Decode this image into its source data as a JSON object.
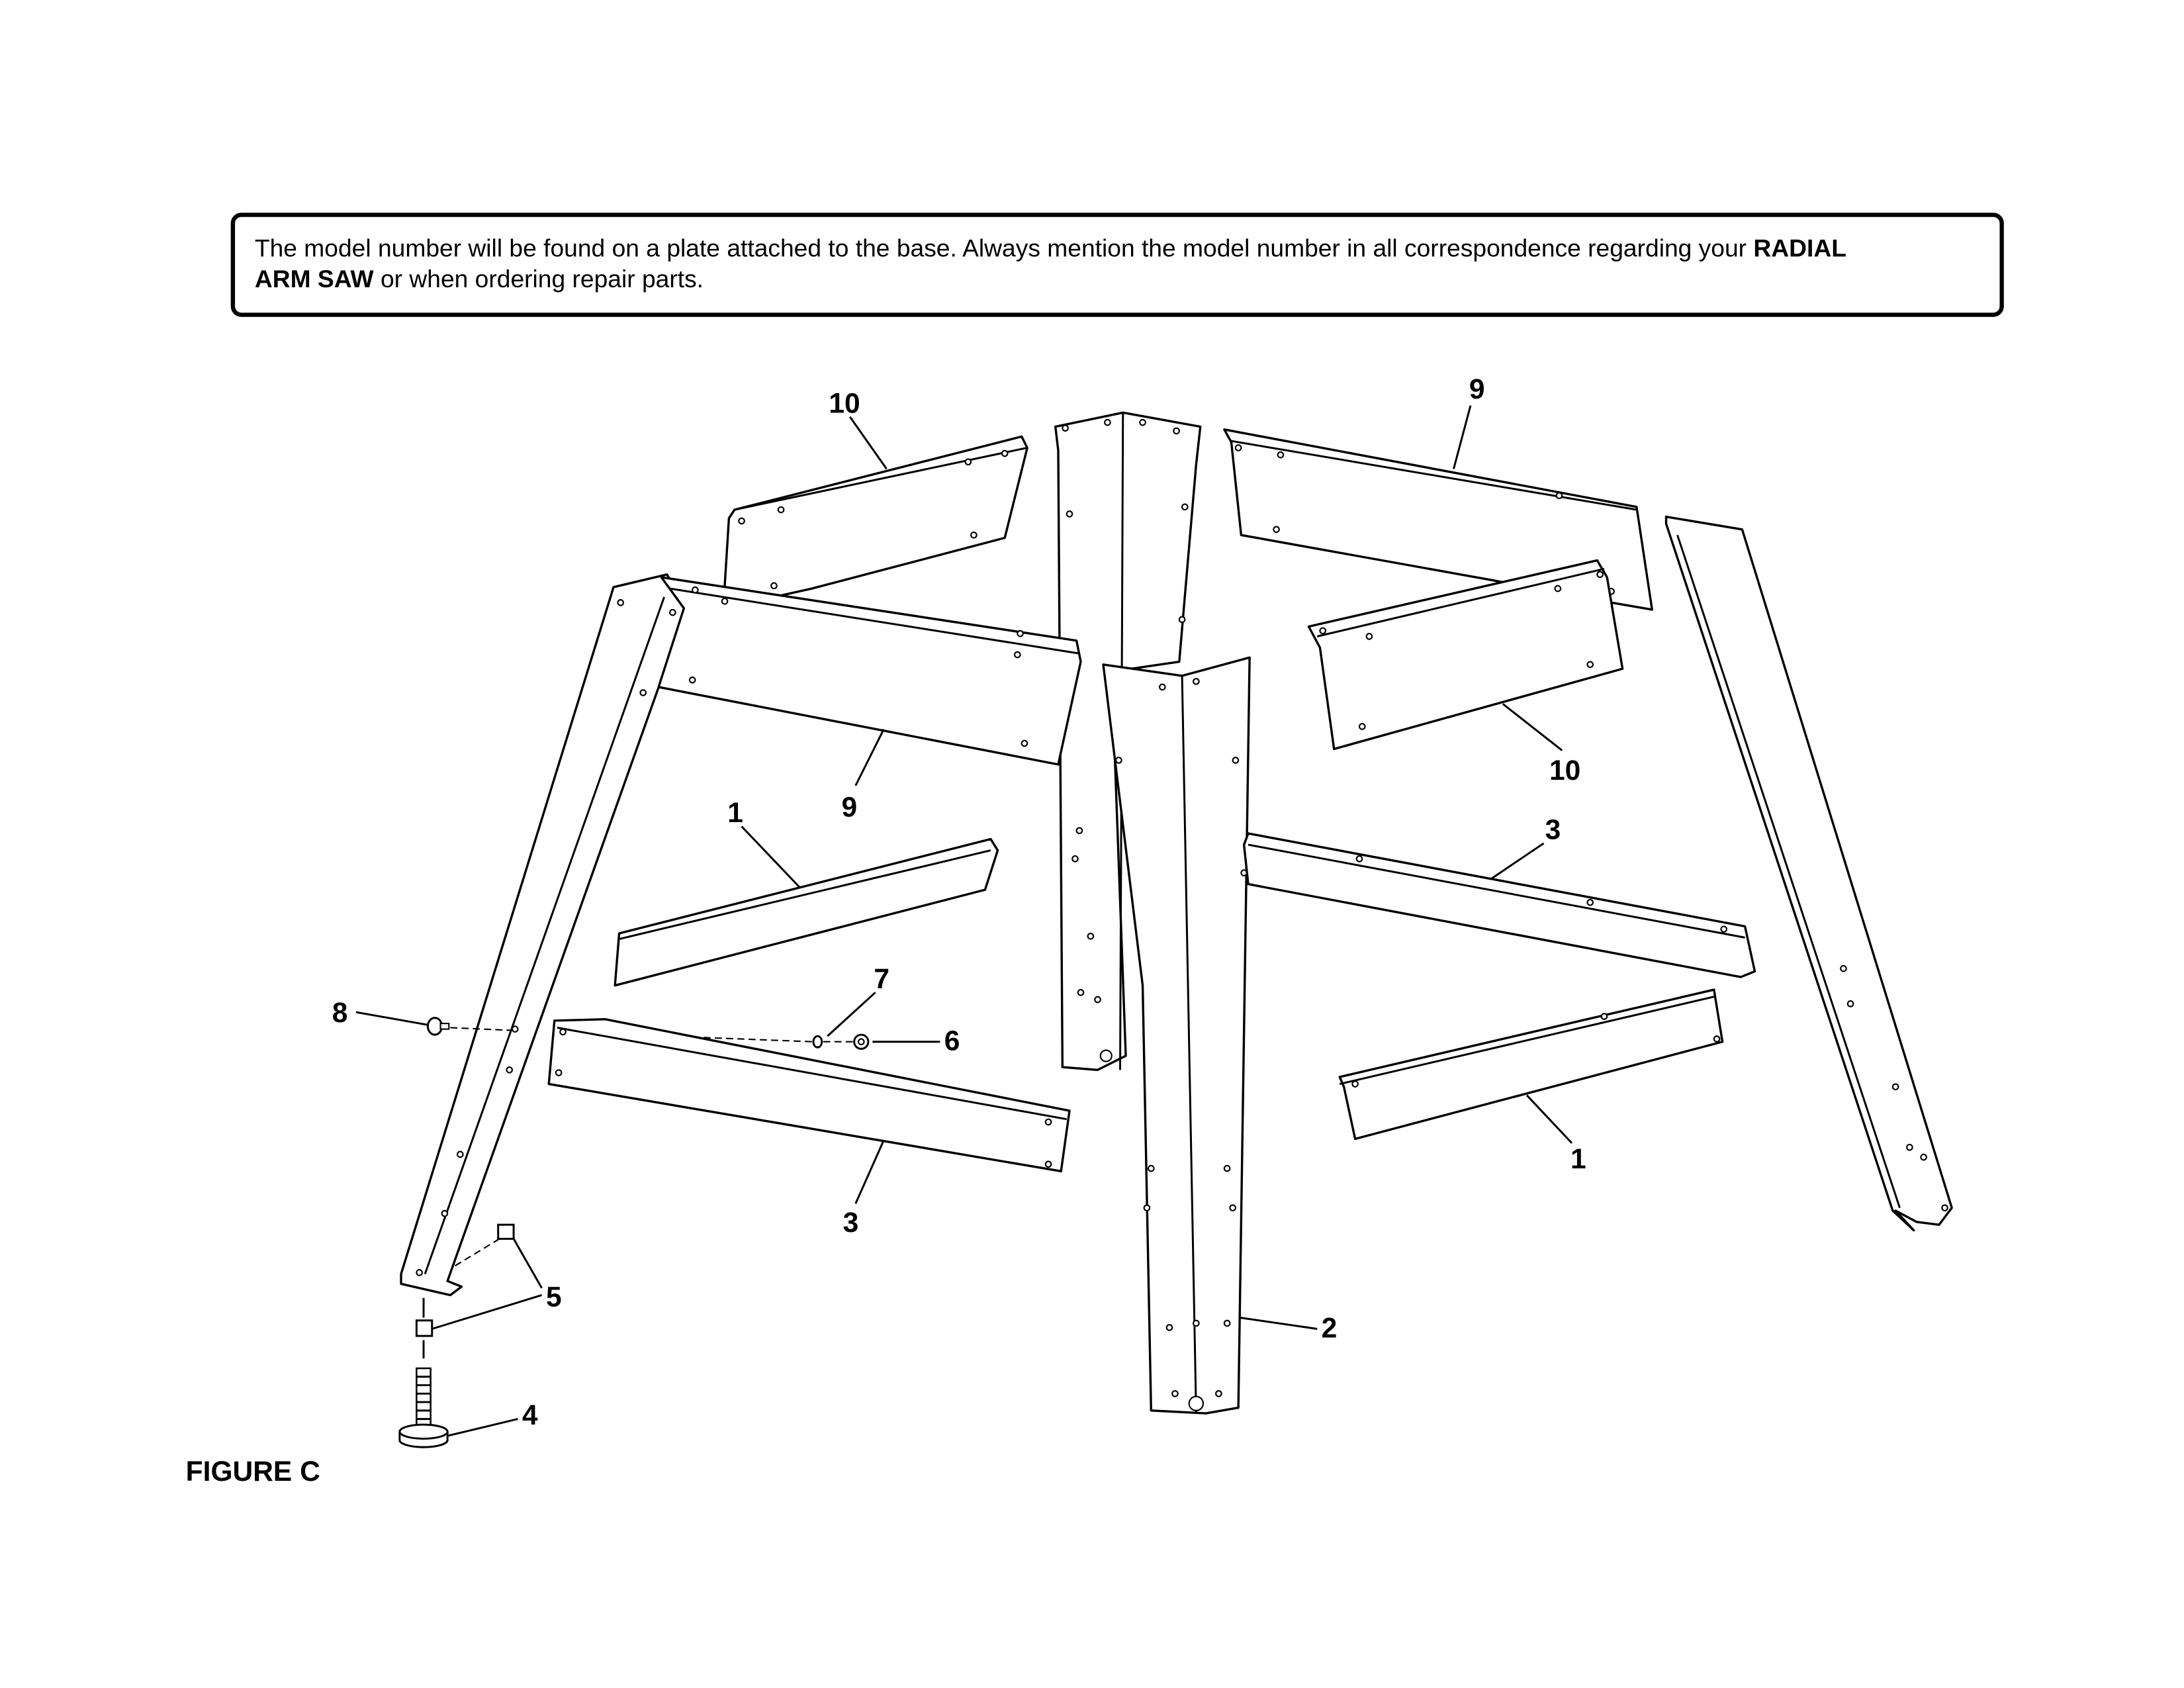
{
  "notice": {
    "line1": "The model number will be found on a plate attached to the base. Always mention the model number in all correspondence regarding your ",
    "line1_bold": "RADIAL",
    "line2_bold": "ARM SAW",
    "line2": " or when ordering repair parts."
  },
  "figure_label": "FIGURE C",
  "callouts": {
    "c10a": "10",
    "c9a": "9",
    "c9b": "9",
    "c10b": "10",
    "c1a": "1",
    "c1b": "1",
    "c3a": "3",
    "c3b": "3",
    "c7": "7",
    "c6": "6",
    "c8": "8",
    "c5": "5",
    "c4": "4",
    "c2": "2"
  }
}
